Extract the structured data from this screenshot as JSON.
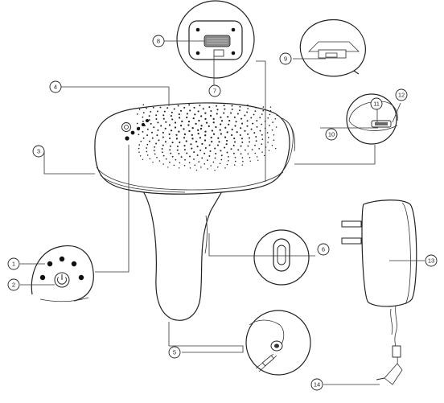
{
  "callouts": [
    {
      "id": "1",
      "label": "1"
    },
    {
      "id": "2",
      "label": "2"
    },
    {
      "id": "3",
      "label": "3"
    },
    {
      "id": "4",
      "label": "4"
    },
    {
      "id": "5",
      "label": "5"
    },
    {
      "id": "6",
      "label": "6"
    },
    {
      "id": "7",
      "label": "7"
    },
    {
      "id": "8",
      "label": "8"
    },
    {
      "id": "9",
      "label": "9"
    },
    {
      "id": "10",
      "label": "10"
    },
    {
      "id": "11",
      "label": "11"
    },
    {
      "id": "12",
      "label": "12"
    },
    {
      "id": "13",
      "label": "13"
    },
    {
      "id": "14",
      "label": "14"
    }
  ],
  "colors": {
    "stroke": "#222222",
    "background": "#ffffff",
    "dot": "#111111"
  }
}
